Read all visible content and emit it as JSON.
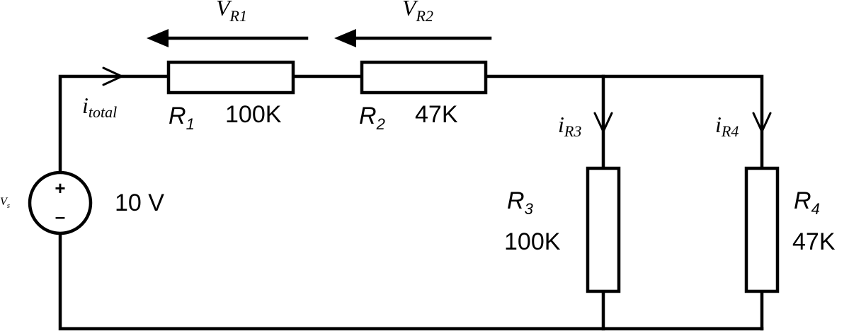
{
  "source": {
    "symbol": "V",
    "symbol_sub": "s",
    "value": "10 V",
    "plus": "+",
    "minus": "–"
  },
  "current_total": {
    "symbol": "i",
    "sub": "total"
  },
  "resistors": {
    "r1": {
      "symbol": "R",
      "sub": "1",
      "value": "100K"
    },
    "r2": {
      "symbol": "R",
      "sub": "2",
      "value": "47K"
    },
    "r3": {
      "symbol": "R",
      "sub": "3",
      "value": "100K"
    },
    "r4": {
      "symbol": "R",
      "sub": "4",
      "value": "47K"
    }
  },
  "voltages": {
    "vr1": {
      "symbol": "V",
      "sub": "R1"
    },
    "vr2": {
      "symbol": "V",
      "sub": "R2"
    }
  },
  "currents": {
    "ir3": {
      "symbol": "i",
      "sub": "R3"
    },
    "ir4": {
      "symbol": "i",
      "sub": "R4"
    }
  }
}
